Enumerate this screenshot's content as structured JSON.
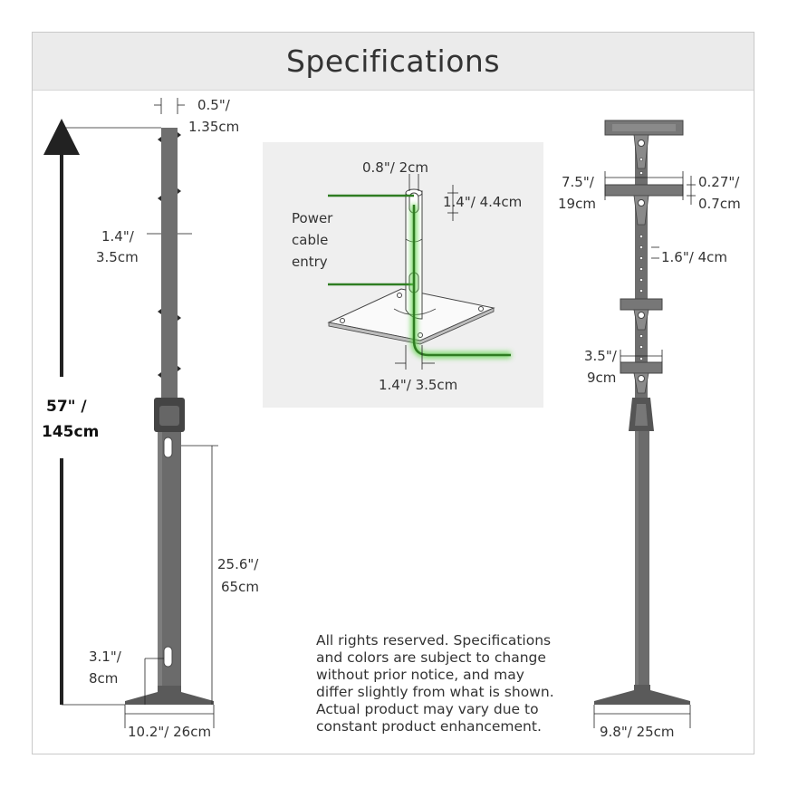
{
  "header": {
    "title": "Specifications"
  },
  "left_view": {
    "pole_width": [
      "0.5\"/",
      "1.35cm"
    ],
    "pole_diameter": [
      "1.4\"/",
      "3.5cm"
    ],
    "total_height": [
      "57\" /",
      "145cm"
    ],
    "lower_height": [
      "25.6\"/",
      "65cm"
    ],
    "slot_height": [
      "3.1\"/",
      "8cm"
    ],
    "base_width": "10.2\"/ 26cm"
  },
  "detail_view": {
    "slot_width": "0.8\"/ 2cm",
    "slot_length": "1.4\"/ 4.4cm",
    "cable_entry": [
      "Power",
      "cable",
      "entry"
    ],
    "pole_diameter": "1.4\"/ 3.5cm"
  },
  "right_view": {
    "bracket_width": [
      "7.5\"/",
      "19cm"
    ],
    "bracket_thickness": [
      "0.27\"/",
      "0.7cm"
    ],
    "hole_spacing": "1.6\"/ 4cm",
    "small_bracket": [
      "3.5\"/",
      "9cm"
    ],
    "base_width": "9.8\"/ 25cm"
  },
  "disclaimer": [
    "All rights reserved. Specifications",
    "and colors are subject to change",
    "without prior notice, and may",
    "differ slightly from what is shown.",
    "Actual product may vary due to",
    "constant product enhancement."
  ],
  "colors": {
    "pole": "#6f6f6f",
    "pole_dark": "#4a4a4a",
    "header_bg": "#ebebeb",
    "cable_glow": "#4fbf3a",
    "cable": "#2f7d22"
  }
}
